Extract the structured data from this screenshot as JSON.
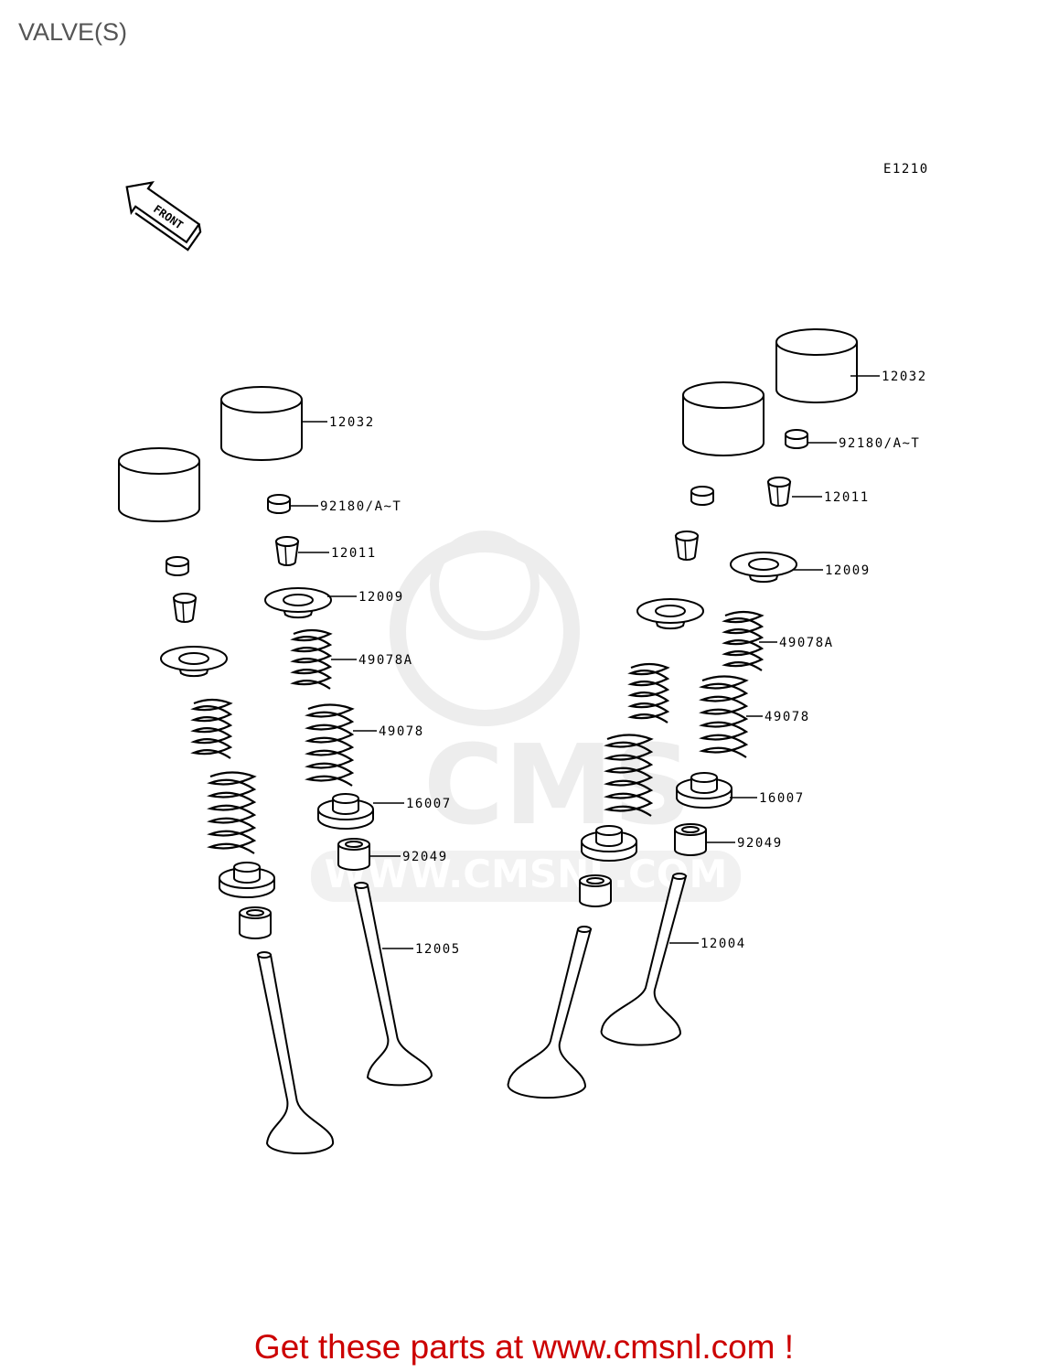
{
  "page_title": "VALVE(S)",
  "diagram_code": "E1210",
  "front_label": "FRONT",
  "watermark": {
    "logo_text": "CMS",
    "url_text": "WWW.CMSNL.COM",
    "color": "#e0e0e0"
  },
  "parts": [
    {
      "id": "l-12032",
      "number": "12032"
    },
    {
      "id": "l-92180",
      "number": "92180/A~T"
    },
    {
      "id": "l-12011",
      "number": "12011"
    },
    {
      "id": "l-12009",
      "number": "12009"
    },
    {
      "id": "l-49078A",
      "number": "49078A"
    },
    {
      "id": "l-49078",
      "number": "49078"
    },
    {
      "id": "l-16007",
      "number": "16007"
    },
    {
      "id": "l-92049",
      "number": "92049"
    },
    {
      "id": "l-12005",
      "number": "12005"
    },
    {
      "id": "r-12032",
      "number": "12032"
    },
    {
      "id": "r-92180",
      "number": "92180/A~T"
    },
    {
      "id": "r-12011",
      "number": "12011"
    },
    {
      "id": "r-12009",
      "number": "12009"
    },
    {
      "id": "r-49078A",
      "number": "49078A"
    },
    {
      "id": "r-49078",
      "number": "49078"
    },
    {
      "id": "r-16007",
      "number": "16007"
    },
    {
      "id": "r-92049",
      "number": "92049"
    },
    {
      "id": "r-12004",
      "number": "12004"
    }
  ],
  "footer_cta": "Get these parts at www.cmsnl.com !",
  "colors": {
    "title": "#555555",
    "cta": "#cc0000",
    "line": "#000000"
  }
}
